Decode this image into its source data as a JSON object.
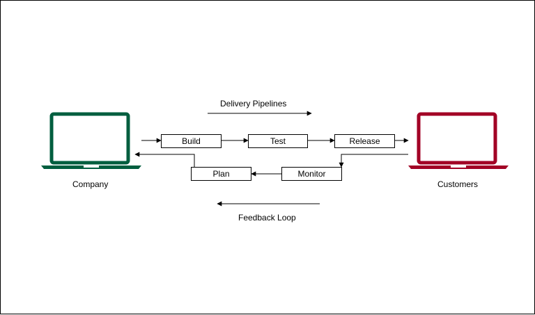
{
  "labels": {
    "delivery_pipelines": "Delivery Pipelines",
    "feedback_loop": "Feedback Loop",
    "company": "Company",
    "customers": "Customers"
  },
  "stages": {
    "build": "Build",
    "test": "Test",
    "release": "Release",
    "monitor": "Monitor",
    "plan": "Plan"
  },
  "icons": {
    "company": "laptop-icon",
    "customers": "laptop-icon"
  },
  "colors": {
    "company": "#005e3f",
    "customers": "#a20025",
    "line": "#000000"
  }
}
